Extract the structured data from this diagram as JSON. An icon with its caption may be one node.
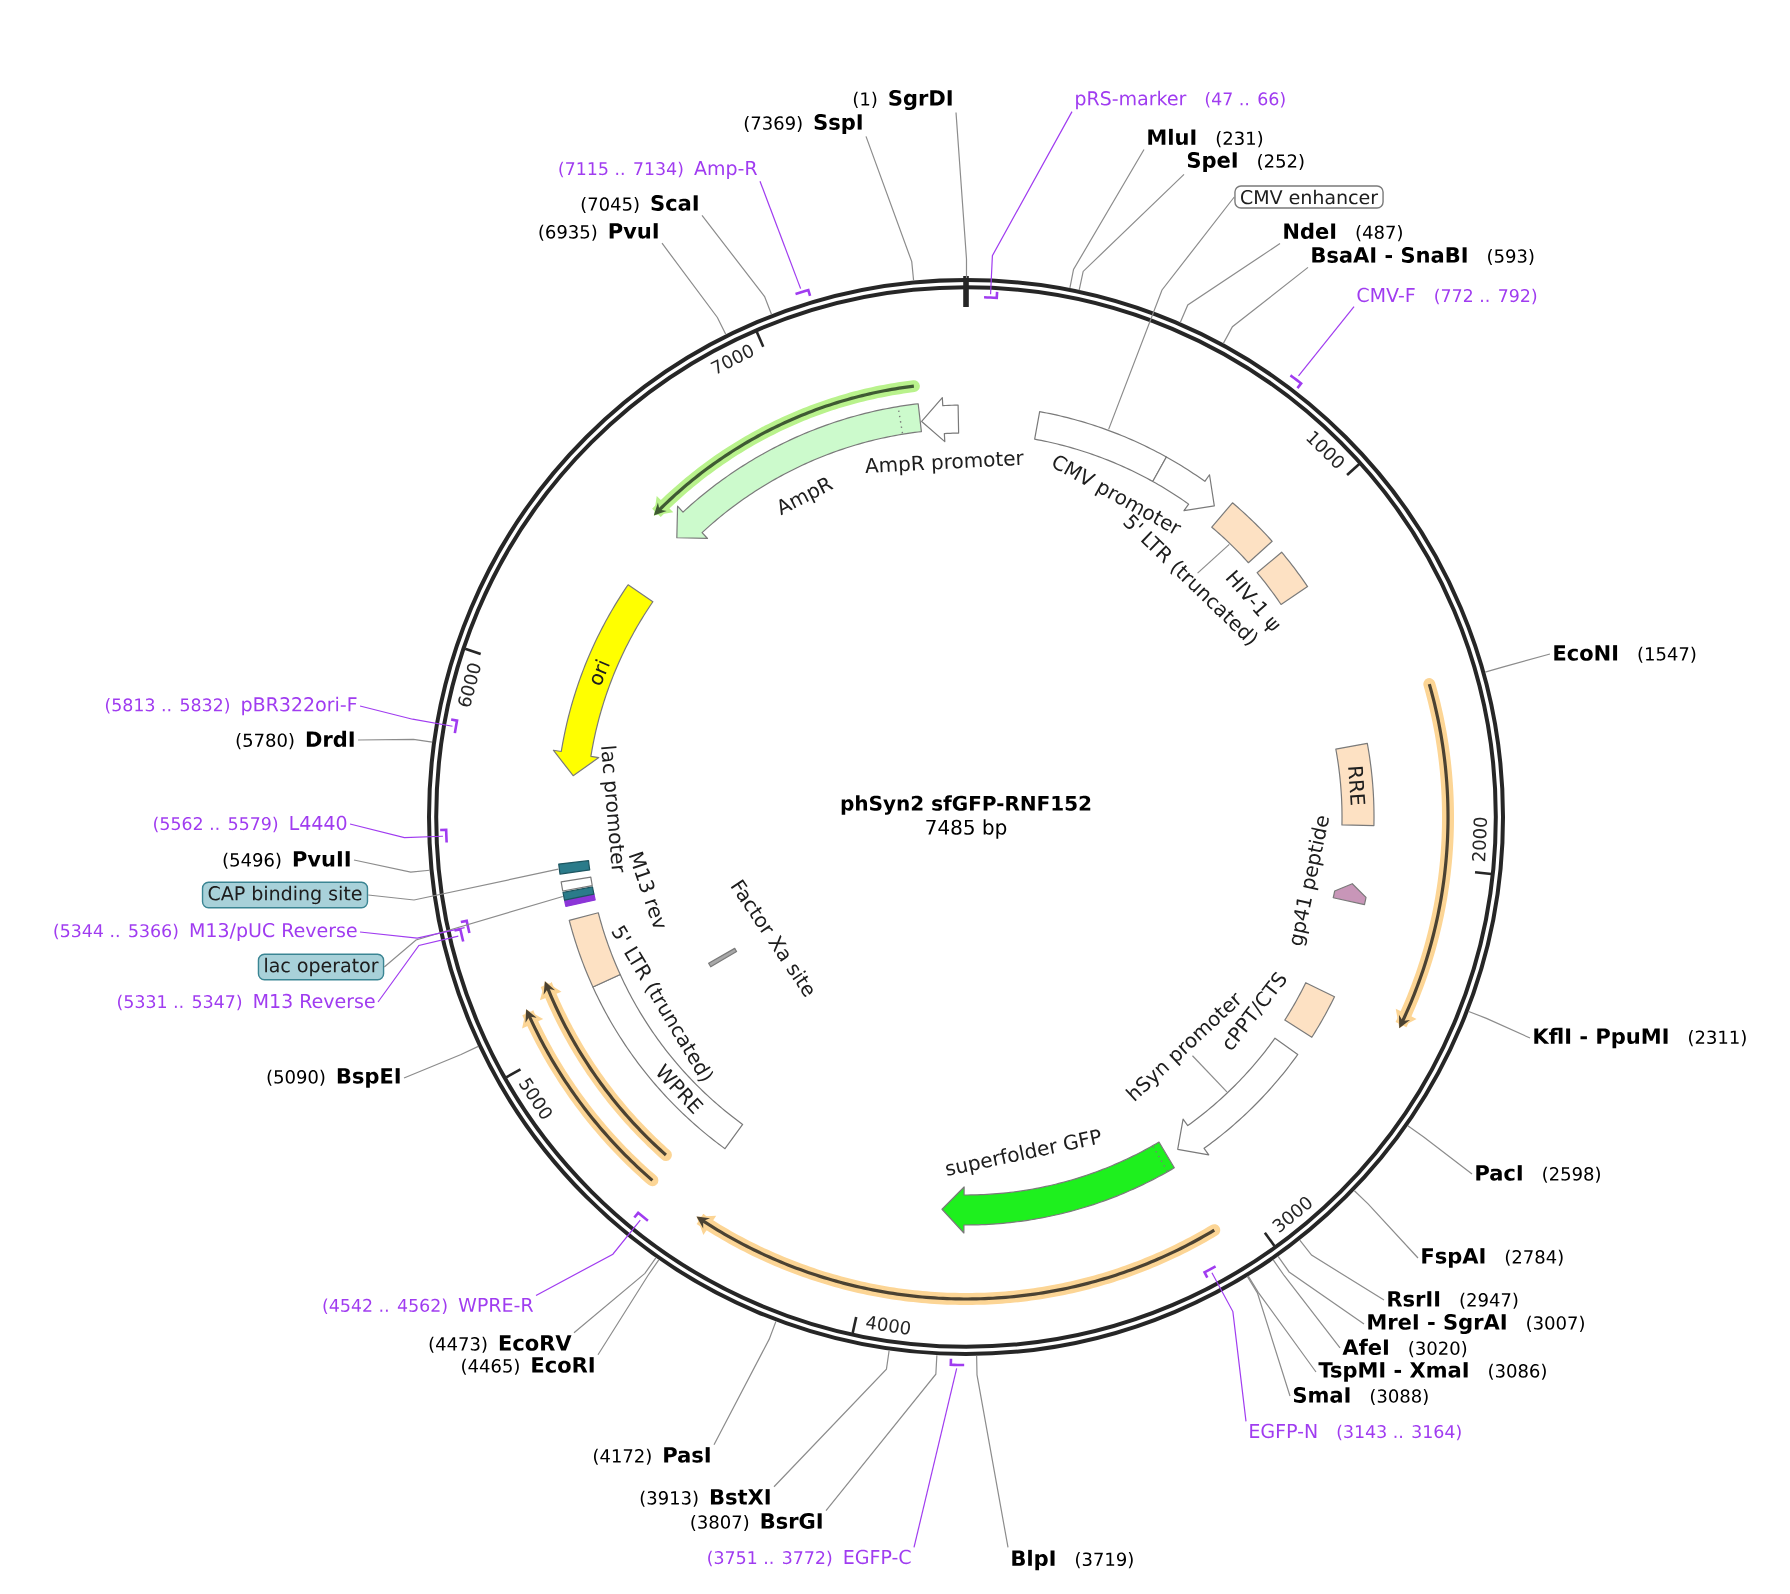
{
  "diagram": {
    "nodes": [
      {
        "text": [
          "phSyn2 sfGFP-RNF152",
          "7485 bp"
        ]
      },
      {
        "text": [],
        "shape": "box",
        "in": 0
      },
      {
        "text": [],
        "shape": "arrow",
        "beside": [
          "CMV promoter"
        ],
        "in": 0
      },
      {
        "text": [],
        "shape": "box",
        "in": 0
      },
      {
        "text": [
          "5' LTR (truncated)"
        ],
        "in": 0
      },
      {
        "text": [],
        "shape": "box",
        "beside": [
          "HIV-1 ψ"
        ],
        "in": 0
      },
      {
        "text": [],
        "shape": "arrow",
        "in": 0
      },
      {
        "text": [
          "RRE"
        ],
        "in": 0
      },
      {
        "text": [],
        "shape": "arrow",
        "beside": [
          "gp41 peptide"
        ],
        "in": 0
      },
      {
        "text": [],
        "shape": "box",
        "beside": [
          "cPPT/CTS"
        ],
        "in": 0
      },
      {
        "text": [],
        "shape": "arrow",
        "in": 0
      },
      {
        "text": [
          "hSyn promoter"
        ],
        "in": 0
      },
      {
        "text": [],
        "shape": "arrow",
        "beside": [
          "superfolder GFP"
        ],
        "in": 0
      },
      {
        "text": [],
        "shape": "arrow",
        "in": 0
      },
      {
        "text": [
          "WPRE"
        ],
        "in": 0
      },
      {
        "text": [],
        "shape": "arrow",
        "in": 0
      },
      {
        "text": [],
        "shape": "arrow",
        "in": 0
      },
      {
        "text": [],
        "shape": "bar",
        "beside": [
          "Factor Xa site"
        ],
        "in": 0
      },
      {
        "text": [],
        "shape": "box",
        "beside": [
          "5' LTR (truncated)"
        ],
        "in": 0
      },
      {
        "text": [],
        "shape": "box",
        "in": 0
      },
      {
        "text": [],
        "shape": "box",
        "in": 0
      },
      {
        "text": [],
        "shape": "box",
        "in": 0
      },
      {
        "text": [],
        "shape": "box",
        "in": 0
      },
      {
        "text": [
          "ori"
        ],
        "in": 0
      },
      {
        "text": [],
        "shape": "arrow",
        "beside": [
          "AmpR"
        ],
        "in": 0
      },
      {
        "text": [],
        "shape": "arrow",
        "in": 0
      },
      {
        "text": [],
        "shape": "arrow",
        "beside": [
          "AmpR promoter"
        ],
        "in": 0
      },
      {
        "text": [
          "(1)",
          "SgrDI"
        ]
      },
      {
        "text": [
          "pRS-marker",
          "(47 .. 66)"
        ]
      },
      {
        "text": [],
        "shape": "bar",
        "in": 0
      },
      {
        "text": [
          "MluI",
          "(231)"
        ]
      },
      {
        "text": [
          "SpeI",
          "(252)"
        ]
      },
      {
        "text": [
          "CMV enhancer"
        ]
      },
      {
        "text": [
          "NdeI",
          "(487)"
        ]
      },
      {
        "text": [
          "BsaAI - SnaBI",
          "(593)"
        ]
      },
      {
        "text": [
          "CMV-F",
          "(772 .. 792)"
        ]
      },
      {
        "text": [],
        "shape": "bar"
      },
      {
        "text": [
          "EcoNI",
          "(1547)"
        ]
      },
      {
        "text": [
          "KflI - PpuMI",
          "(2311)"
        ]
      },
      {
        "text": [
          "PacI",
          "(2598)"
        ]
      },
      {
        "text": [
          "FspAI",
          "(2784)"
        ]
      },
      {
        "text": [
          "RsrII",
          "(2947)"
        ]
      },
      {
        "text": [
          "MreI - SgrAI",
          "(3007)"
        ]
      },
      {
        "text": [
          "AfeI",
          "(3020)"
        ]
      },
      {
        "text": [
          "TspMI - XmaI",
          "(3086)"
        ]
      },
      {
        "text": [
          "SmaI",
          "(3088)"
        ]
      },
      {
        "text": [
          "EGFP-N",
          "(3143 .. 3164)"
        ]
      },
      {
        "text": [],
        "shape": "bar",
        "in": 0
      },
      {
        "text": [
          "BlpI",
          "(3719)"
        ]
      },
      {
        "text": [
          "(3751 .. 3772)",
          "EGFP-C"
        ]
      },
      {
        "text": [],
        "shape": "bar"
      },
      {
        "text": [
          "(3807)",
          "BsrGI"
        ]
      },
      {
        "text": [
          "(3913)",
          "BstXI"
        ]
      },
      {
        "text": [
          "(4172)",
          "PasI"
        ]
      },
      {
        "text": [
          "(4465)",
          "EcoRI"
        ]
      },
      {
        "text": [
          "(4473)",
          "EcoRV"
        ]
      },
      {
        "text": [
          "(4542 .. 4562)",
          "WPRE-R"
        ]
      },
      {
        "text": [],
        "shape": "bar",
        "in": 0
      },
      {
        "text": [
          "(5090)",
          "BspEI"
        ]
      },
      {
        "text": [
          "(5331 .. 5347)",
          "M13 Reverse"
        ]
      },
      {
        "text": [],
        "shape": "bar",
        "in": 0
      },
      {
        "text": [
          "lac operator"
        ]
      },
      {
        "text": [
          "(5344 .. 5366)",
          "M13/pUC Reverse"
        ]
      },
      {
        "text": [],
        "shape": "bar",
        "in": 0
      },
      {
        "text": [
          "CAP binding site"
        ]
      },
      {
        "text": [
          "(5496)",
          "PvuII"
        ]
      },
      {
        "text": [
          "(5562 .. 5579)",
          "L4440"
        ]
      },
      {
        "text": [],
        "shape": "bar",
        "in": 0
      },
      {
        "text": [
          "(5780)",
          "DrdI"
        ]
      },
      {
        "text": [
          "(5813 .. 5832)",
          "pBR322ori-F"
        ]
      },
      {
        "text": [],
        "shape": "bar",
        "in": 0
      },
      {
        "text": [
          "(6935)",
          "PvuI"
        ]
      },
      {
        "text": [
          "(7045)",
          "ScaI"
        ]
      },
      {
        "text": [
          "(7115 .. 7134)",
          "Amp-R"
        ]
      },
      {
        "text": [],
        "shape": "bar"
      },
      {
        "text": [
          "(7369)",
          "SspI"
        ]
      }
    ],
    "edges": [
      {
        "from": 4,
        "to": 3,
        "arrow": "none"
      },
      {
        "from": 11,
        "to": 10,
        "arrow": "none"
      },
      {
        "from": 27,
        "to": 0,
        "arrow": "none"
      },
      {
        "from": 28,
        "to": 29,
        "arrow": "none",
        "color": "#a03cf0"
      },
      {
        "from": 30,
        "to": 0,
        "arrow": "none"
      },
      {
        "from": 31,
        "to": 0,
        "arrow": "none"
      },
      {
        "from": 32,
        "to": 1,
        "arrow": "none"
      },
      {
        "from": 33,
        "to": 0,
        "arrow": "none"
      },
      {
        "from": 34,
        "to": 0,
        "arrow": "none"
      },
      {
        "from": 35,
        "to": 36,
        "arrow": "none",
        "color": "#a03cf0"
      },
      {
        "from": 37,
        "to": 0,
        "arrow": "none"
      },
      {
        "from": 38,
        "to": 0,
        "arrow": "none"
      },
      {
        "from": 39,
        "to": 0,
        "arrow": "none"
      },
      {
        "from": 40,
        "to": 0,
        "arrow": "none"
      },
      {
        "from": 41,
        "to": 0,
        "arrow": "none"
      },
      {
        "from": 42,
        "to": 0,
        "arrow": "none"
      },
      {
        "from": 43,
        "to": 0,
        "arrow": "none"
      },
      {
        "from": 44,
        "to": 0,
        "arrow": "none"
      },
      {
        "from": 45,
        "to": 0,
        "arrow": "none"
      },
      {
        "from": 46,
        "to": 47,
        "arrow": "none",
        "color": "#a03cf0"
      },
      {
        "from": 48,
        "to": 0,
        "arrow": "none"
      },
      {
        "from": 49,
        "to": 50,
        "arrow": "none",
        "color": "#a03cf0"
      },
      {
        "from": 51,
        "to": 0,
        "arrow": "none"
      },
      {
        "from": 52,
        "to": 0,
        "arrow": "none"
      },
      {
        "from": 53,
        "to": 0,
        "arrow": "none"
      },
      {
        "from": 54,
        "to": 0,
        "arrow": "none"
      },
      {
        "from": 55,
        "to": 0,
        "arrow": "none"
      },
      {
        "from": 56,
        "to": 57,
        "arrow": "none",
        "color": "#a03cf0"
      },
      {
        "from": 58,
        "to": 0,
        "arrow": "none"
      },
      {
        "from": 59,
        "to": 60,
        "arrow": "none",
        "color": "#a03cf0"
      },
      {
        "from": 61,
        "to": 20,
        "arrow": "none"
      },
      {
        "from": 62,
        "to": 63,
        "arrow": "none",
        "color": "#a03cf0"
      },
      {
        "from": 64,
        "to": 22,
        "arrow": "none"
      },
      {
        "from": 65,
        "to": 0,
        "arrow": "none"
      },
      {
        "from": 66,
        "to": 67,
        "arrow": "none",
        "color": "#a03cf0"
      },
      {
        "from": 68,
        "to": 0,
        "arrow": "none"
      },
      {
        "from": 69,
        "to": 70,
        "arrow": "none",
        "color": "#a03cf0"
      },
      {
        "from": 71,
        "to": 0,
        "arrow": "none"
      },
      {
        "from": 72,
        "to": 0,
        "arrow": "none"
      },
      {
        "from": 73,
        "to": 74,
        "arrow": "none",
        "color": "#a03cf0"
      },
      {
        "from": 75,
        "to": 0,
        "arrow": "none"
      }
    ],
    "labels": [
      "1000",
      "2000",
      "3000",
      "4000",
      "5000",
      "6000",
      "7000",
      "lac promoter",
      "M13 rev"
    ]
  }
}
